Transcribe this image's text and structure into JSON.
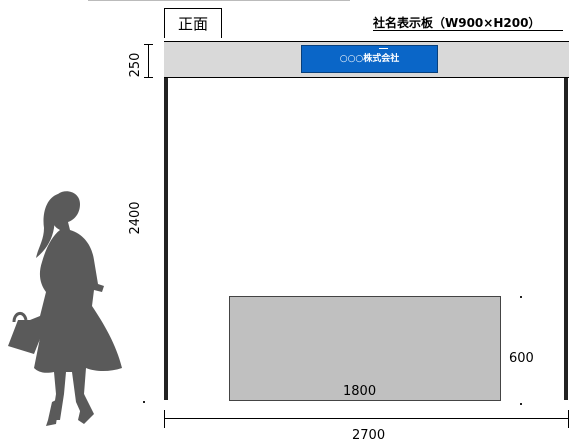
{
  "view_label": "正面",
  "sign_spec": "社名表示板（W900×H200）",
  "sign_text": "○○○株式会社",
  "dimensions": {
    "header_height": "250",
    "wall_height": "2400",
    "counter_width": "1800",
    "counter_height": "600",
    "booth_width": "2700"
  },
  "colors": {
    "sign_board": "#0a66c8",
    "header_band": "#d9d9d9",
    "counter": "#c0c0c0",
    "silhouette": "#5a5a5a"
  },
  "icons": [
    "woman-silhouette-icon"
  ]
}
